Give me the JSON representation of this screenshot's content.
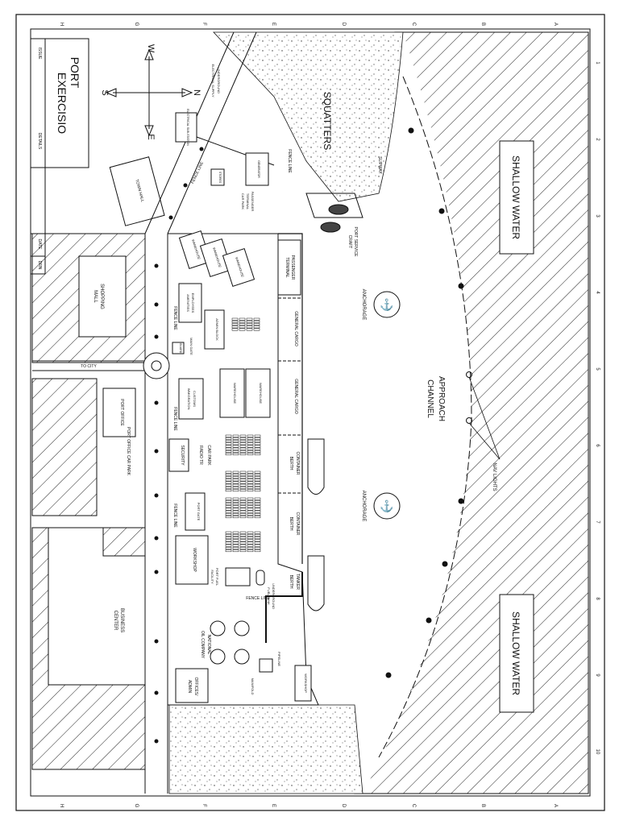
{
  "title_block": {
    "title_line1": "PORT",
    "title_line2": "EXERCISIO",
    "issue": "ISSUE",
    "details": "DETAILS",
    "date": "DATE",
    "drn": "DRN"
  },
  "compass": {
    "north": "N",
    "south": "S",
    "east": "E",
    "west": "W"
  },
  "zones": {
    "shallow_water_top": "SHALLOW WATER",
    "shallow_water_bottom": "SHALLOW WATER",
    "approach_channel_1": "APPROACH",
    "approach_channel_2": "CHANNEL",
    "squatters": "SQUATTERS",
    "anchorage_1": "ANCHORAGE",
    "anchorage_2": "ANCHORAGE",
    "nav_lights": "NAV LIGHTS",
    "slipway": "SLIPWAY",
    "port_service_craft_1": "PORT SERVICE",
    "port_service_craft_2": "CRAFT"
  },
  "berths": {
    "passenger_terminal_1": "PASSENGER",
    "passenger_terminal_2": "TERMINAL",
    "general_cargo_1": "GENERAL CARGO",
    "general_cargo_2": "GENERAL CARGO",
    "container_berth_1a": "CONTAINER",
    "container_berth_1b": "BERTH",
    "container_berth_2a": "CONTAINER",
    "container_berth_2b": "BERTH",
    "tanker_berth_a": "TANKER",
    "tanker_berth_b": "BERTH"
  },
  "buildings": {
    "shopping_mall_1": "SHOPPING",
    "shopping_mall_2": "MALL",
    "town_hall": "TOWN HALL",
    "business_center_1": "BUSINESS",
    "business_center_2": "CENTER",
    "port_office": "PORT OFFICE",
    "port_office_car_park": "PORT OFFICE CAR PARK",
    "customs_1": "CUSTOMS",
    "customs_2": "IMMIGRATION",
    "security": "SECURITY",
    "car_park": "CAR PARK",
    "radio_tr": "RADIO TR",
    "workshop_1": "WORKSHOP",
    "workshop_2": "WORKSHOP",
    "offices_1": "OFFICES/",
    "offices_2": "ADMIN",
    "national_oil_1": "NATIONAL",
    "national_oil_2": "OIL COMPANY",
    "port_fuel_1": "PORT FUEL",
    "port_fuel_2": "FACILITY",
    "warehouse_1": "WAREHOUSE",
    "warehouse_2": "WAREHOUSE",
    "warehouse_3": "WAREHOUSE",
    "warehouse_4": "WAREHOUSE",
    "warehouse_5": "WAREHOUSE",
    "manifold": "MANIFOLD",
    "underground_fuel_1": "UNDERGROUND",
    "underground_fuel_2": "FUEL TANK",
    "passenger_car_park_1": "PASSENGER",
    "passenger_car_park_2": "TERMINAL",
    "passenger_car_park_3": "CAR PARK",
    "electrical_sub": "ELECTRICAL SUB-STATION",
    "underground_electrical_1": "UNDERGROUND",
    "underground_electrical_2": "ELECTRICAL SUPPLY",
    "employee_1": "EMPLOYEES",
    "employee_2": "AMENITIES",
    "admin_block": "ADMIN BLOCK",
    "generator": "GENERATOR",
    "port_gate": "PORT GATE",
    "guard": "GUARD",
    "main_gate": "MAIN GATE",
    "stores": "STORES"
  },
  "roads": {
    "to_city": "TO CITY",
    "fence_line_1": "FENCE LINE",
    "fence_line_2": "FENCE LINE",
    "fence_line_3": "FENCE LINE",
    "fence_line_4": "FENCE LINE",
    "fence_line_5": "FENCE LINE",
    "fence_line_6": "FENCE LINE",
    "pipeline": "PIPELINE"
  },
  "grid": {
    "letters": [
      "H",
      "G",
      "F",
      "E",
      "D",
      "C",
      "B",
      "A"
    ],
    "numbers": [
      "1",
      "2",
      "3",
      "4",
      "5",
      "6",
      "7",
      "8",
      "9",
      "10"
    ]
  }
}
